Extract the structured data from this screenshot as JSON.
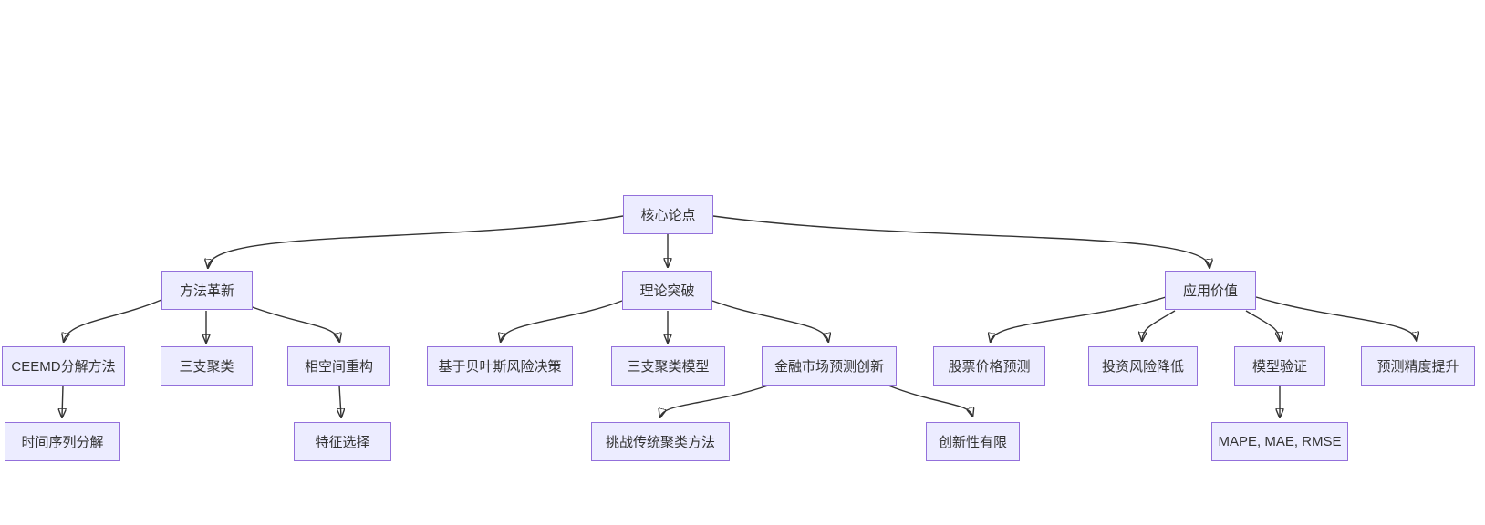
{
  "diagram": {
    "type": "flowchart-top-down",
    "colors": {
      "background": "#ffffff",
      "node_fill": "#ECECFF",
      "node_border": "#9370DB",
      "edge_color": "#333333",
      "text_color": "#333333"
    },
    "levels": 4
  },
  "nodes": [
    {
      "id": "core",
      "label": "核心论点"
    },
    {
      "id": "method",
      "label": "方法革新"
    },
    {
      "id": "theory",
      "label": "理论突破"
    },
    {
      "id": "application",
      "label": "应用价值"
    },
    {
      "id": "ceemd",
      "label": "CEEMD分解方法"
    },
    {
      "id": "three_way",
      "label": "三支聚类"
    },
    {
      "id": "phase_space",
      "label": "相空间重构"
    },
    {
      "id": "bayes",
      "label": "基于贝叶斯风险决策"
    },
    {
      "id": "twc_model",
      "label": "三支聚类模型"
    },
    {
      "id": "fin_innovation",
      "label": "金融市场预测创新"
    },
    {
      "id": "stock",
      "label": "股票价格预测"
    },
    {
      "id": "risk",
      "label": "投资风险降低"
    },
    {
      "id": "validation",
      "label": "模型验证"
    },
    {
      "id": "accuracy",
      "label": "预测精度提升"
    },
    {
      "id": "ts_decomp",
      "label": "时间序列分解"
    },
    {
      "id": "feature",
      "label": "特征选择"
    },
    {
      "id": "challenge",
      "label": "挑战传统聚类方法"
    },
    {
      "id": "limited",
      "label": "创新性有限"
    },
    {
      "id": "metrics",
      "label": "MAPE, MAE, RMSE"
    }
  ],
  "edges": [
    {
      "from": "core",
      "to": "method"
    },
    {
      "from": "core",
      "to": "theory"
    },
    {
      "from": "core",
      "to": "application"
    },
    {
      "from": "method",
      "to": "ceemd"
    },
    {
      "from": "method",
      "to": "three_way"
    },
    {
      "from": "method",
      "to": "phase_space"
    },
    {
      "from": "ceemd",
      "to": "ts_decomp"
    },
    {
      "from": "phase_space",
      "to": "feature"
    },
    {
      "from": "theory",
      "to": "bayes"
    },
    {
      "from": "theory",
      "to": "twc_model"
    },
    {
      "from": "theory",
      "to": "fin_innovation"
    },
    {
      "from": "fin_innovation",
      "to": "challenge"
    },
    {
      "from": "fin_innovation",
      "to": "limited"
    },
    {
      "from": "application",
      "to": "stock"
    },
    {
      "from": "application",
      "to": "risk"
    },
    {
      "from": "application",
      "to": "validation"
    },
    {
      "from": "application",
      "to": "accuracy"
    },
    {
      "from": "validation",
      "to": "metrics"
    }
  ]
}
